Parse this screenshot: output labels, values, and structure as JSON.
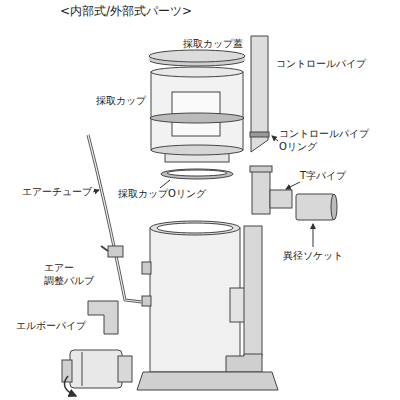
{
  "diagram": {
    "title": "<内部式/外部式パーツ>",
    "labels": [
      "採取カップ蓋",
      "コントロールパイプ",
      "採取カップ",
      "コントロールパイプ Oリング",
      "T字パイプ",
      "異径ソケット",
      "エアーチューブ",
      "採取カップOリング",
      "エアー 調整バルブ",
      "エルボーパイプ"
    ]
  }
}
